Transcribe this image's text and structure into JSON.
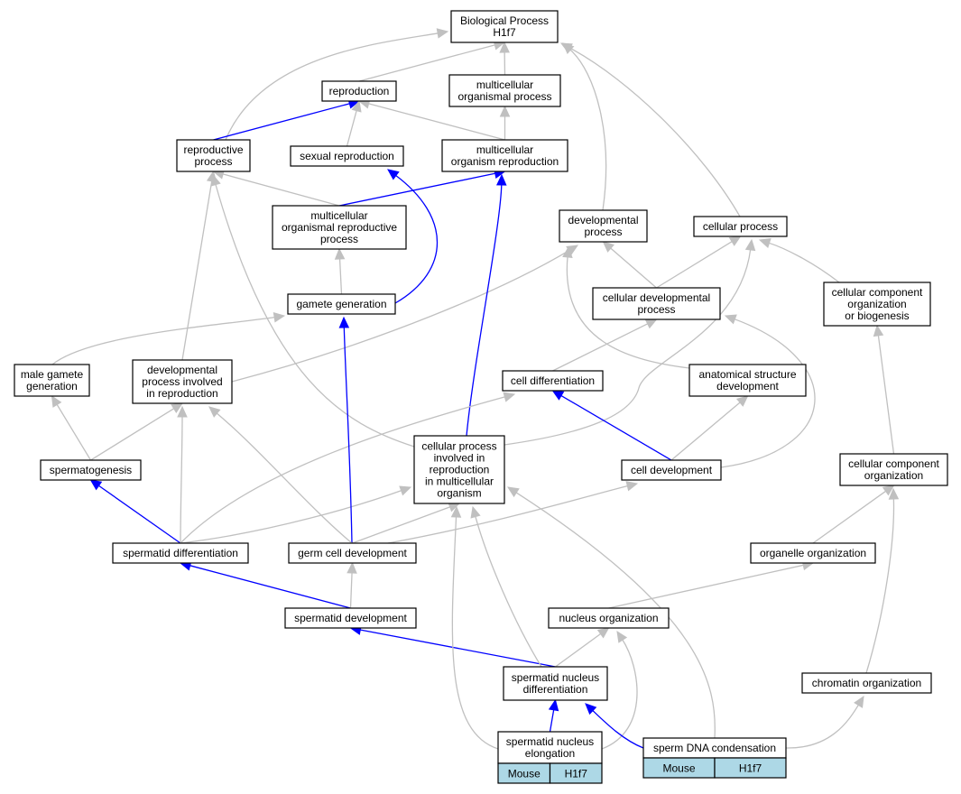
{
  "graph": {
    "nodes": [
      {
        "id": "bp",
        "lines": [
          "Biological Process",
          "H1f7"
        ]
      },
      {
        "id": "repro",
        "lines": [
          "reproduction"
        ]
      },
      {
        "id": "mop",
        "lines": [
          "multicellular",
          "organismal process"
        ]
      },
      {
        "id": "rp",
        "lines": [
          "reproductive",
          "process"
        ]
      },
      {
        "id": "sexrep",
        "lines": [
          "sexual reproduction"
        ]
      },
      {
        "id": "mor",
        "lines": [
          "multicellular",
          "organism reproduction"
        ]
      },
      {
        "id": "morp",
        "lines": [
          "multicellular",
          "organismal reproductive",
          "process"
        ]
      },
      {
        "id": "devp",
        "lines": [
          "developmental",
          "process"
        ]
      },
      {
        "id": "cellp",
        "lines": [
          "cellular process"
        ]
      },
      {
        "id": "gg",
        "lines": [
          "gamete generation"
        ]
      },
      {
        "id": "cdp",
        "lines": [
          "cellular developmental",
          "process"
        ]
      },
      {
        "id": "ccob",
        "lines": [
          "cellular component",
          "organization",
          "or biogenesis"
        ]
      },
      {
        "id": "mgg",
        "lines": [
          "male gamete",
          "generation"
        ]
      },
      {
        "id": "dpir",
        "lines": [
          "developmental",
          "process involved",
          "in reproduction"
        ]
      },
      {
        "id": "celldiff",
        "lines": [
          "cell differentiation"
        ]
      },
      {
        "id": "asd",
        "lines": [
          "anatomical structure",
          "development"
        ]
      },
      {
        "id": "sg",
        "lines": [
          "spermatogenesis"
        ]
      },
      {
        "id": "cpirmo",
        "lines": [
          "cellular process",
          "involved in",
          "reproduction",
          "in multicellular",
          "organism"
        ]
      },
      {
        "id": "celldev",
        "lines": [
          "cell development"
        ]
      },
      {
        "id": "cco",
        "lines": [
          "cellular component",
          "organization"
        ]
      },
      {
        "id": "sd",
        "lines": [
          "spermatid differentiation"
        ]
      },
      {
        "id": "gcd",
        "lines": [
          "germ cell development"
        ]
      },
      {
        "id": "oo",
        "lines": [
          "organelle organization"
        ]
      },
      {
        "id": "sdev",
        "lines": [
          "spermatid development"
        ]
      },
      {
        "id": "no",
        "lines": [
          "nucleus organization"
        ]
      },
      {
        "id": "snd",
        "lines": [
          "spermatid nucleus",
          "differentiation"
        ]
      },
      {
        "id": "co",
        "lines": [
          "chromatin organization"
        ]
      },
      {
        "id": "sne",
        "lines": [
          "spermatid nucleus",
          "elongation"
        ],
        "cells": [
          "Mouse",
          "H1f7"
        ]
      },
      {
        "id": "sdc",
        "lines": [
          "sperm DNA condensation"
        ],
        "cells": [
          "Mouse",
          "H1f7"
        ]
      }
    ],
    "edges": [
      {
        "from": "repro",
        "to": "bp",
        "color": "gray"
      },
      {
        "from": "mop",
        "to": "bp",
        "color": "gray"
      },
      {
        "from": "rp",
        "to": "bp",
        "color": "gray"
      },
      {
        "from": "devp",
        "to": "bp",
        "color": "gray"
      },
      {
        "from": "cellp",
        "to": "bp",
        "color": "gray"
      },
      {
        "from": "rp",
        "to": "repro",
        "color": "blue"
      },
      {
        "from": "sexrep",
        "to": "repro",
        "color": "gray"
      },
      {
        "from": "mor",
        "to": "repro",
        "color": "gray"
      },
      {
        "from": "mor",
        "to": "mop",
        "color": "gray"
      },
      {
        "from": "morp",
        "to": "rp",
        "color": "gray"
      },
      {
        "from": "morp",
        "to": "mor",
        "color": "blue"
      },
      {
        "from": "gg",
        "to": "morp",
        "color": "gray"
      },
      {
        "from": "gg",
        "to": "sexrep",
        "color": "blue"
      },
      {
        "from": "cdp",
        "to": "devp",
        "color": "gray"
      },
      {
        "from": "cdp",
        "to": "cellp",
        "color": "gray"
      },
      {
        "from": "ccob",
        "to": "cellp",
        "color": "gray"
      },
      {
        "from": "mgg",
        "to": "gg",
        "color": "gray"
      },
      {
        "from": "dpir",
        "to": "rp",
        "color": "gray"
      },
      {
        "from": "dpir",
        "to": "devp",
        "color": "gray"
      },
      {
        "from": "celldiff",
        "to": "cdp",
        "color": "gray"
      },
      {
        "from": "asd",
        "to": "devp",
        "color": "gray"
      },
      {
        "from": "sg",
        "to": "mgg",
        "color": "gray"
      },
      {
        "from": "sg",
        "to": "dpir",
        "color": "gray"
      },
      {
        "from": "cpirmo",
        "to": "rp",
        "color": "gray"
      },
      {
        "from": "cpirmo",
        "to": "cellp",
        "color": "gray"
      },
      {
        "from": "cpirmo",
        "to": "mor",
        "color": "blue"
      },
      {
        "from": "celldev",
        "to": "celldiff",
        "color": "blue"
      },
      {
        "from": "celldev",
        "to": "asd",
        "color": "gray"
      },
      {
        "from": "celldev",
        "to": "cdp",
        "color": "gray"
      },
      {
        "from": "cco",
        "to": "ccob",
        "color": "gray"
      },
      {
        "from": "sd",
        "to": "sg",
        "color": "blue"
      },
      {
        "from": "sd",
        "to": "dpir",
        "color": "gray"
      },
      {
        "from": "sd",
        "to": "celldiff",
        "color": "gray"
      },
      {
        "from": "sd",
        "to": "cpirmo",
        "color": "gray"
      },
      {
        "from": "gcd",
        "to": "gg",
        "color": "blue"
      },
      {
        "from": "gcd",
        "to": "dpir",
        "color": "gray"
      },
      {
        "from": "gcd",
        "to": "cpirmo",
        "color": "gray"
      },
      {
        "from": "gcd",
        "to": "celldev",
        "color": "gray"
      },
      {
        "from": "oo",
        "to": "cco",
        "color": "gray"
      },
      {
        "from": "sdev",
        "to": "sd",
        "color": "blue"
      },
      {
        "from": "sdev",
        "to": "gcd",
        "color": "gray"
      },
      {
        "from": "no",
        "to": "oo",
        "color": "gray"
      },
      {
        "from": "snd",
        "to": "sdev",
        "color": "blue"
      },
      {
        "from": "snd",
        "to": "cpirmo",
        "color": "gray"
      },
      {
        "from": "snd",
        "to": "no",
        "color": "gray"
      },
      {
        "from": "co",
        "to": "cco",
        "color": "gray"
      },
      {
        "from": "sne",
        "to": "snd",
        "color": "blue"
      },
      {
        "from": "sne",
        "to": "cpirmo",
        "color": "gray"
      },
      {
        "from": "sne",
        "to": "no",
        "color": "gray"
      },
      {
        "from": "sdc",
        "to": "snd",
        "color": "blue"
      },
      {
        "from": "sdc",
        "to": "cpirmo",
        "color": "gray"
      },
      {
        "from": "sdc",
        "to": "co",
        "color": "gray"
      }
    ]
  }
}
